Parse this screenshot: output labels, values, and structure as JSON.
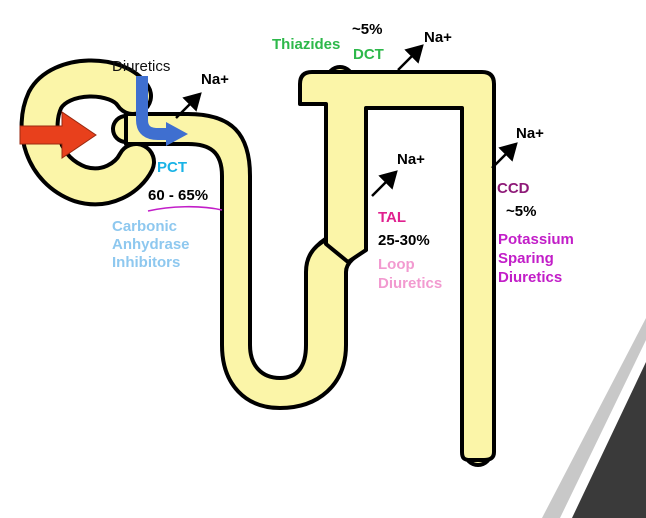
{
  "labels": {
    "diuretics": "Diuretics",
    "pct": "PCT",
    "pct_percent": "60 - 65%",
    "carbonic_1": "Carbonic",
    "carbonic_2": "Anhydrase",
    "carbonic_3": "Inhibitors",
    "thiazides": "Thiazides",
    "dct_percent": "~5%",
    "dct": "DCT",
    "tal": "TAL",
    "tal_percent": "25-30%",
    "loop_1": "Loop",
    "loop_2": "Diuretics",
    "ccd": "CCD",
    "ccd_percent": "~5%",
    "ks_1": "Potassium",
    "ks_2": "Sparing",
    "ks_3": "Diuretics",
    "na_pct": "Na+",
    "na_dct": "Na+",
    "na_tal": "Na+",
    "na_ccd": "Na+"
  },
  "colors": {
    "tubule_fill": "#fbf5a8",
    "tubule_stroke": "#000000",
    "input_arrow": "#e8401c",
    "diuretic_arrow": "#3f6fd0",
    "pct": "#19b3e6",
    "carbonic": "#8ec8ef",
    "thiazides": "#2db84a",
    "tal": "#e0208f",
    "loop": "#f29ad0",
    "ccd": "#8e1a78",
    "potassium": "#c21ec8",
    "underline": "#c21ec8",
    "corner_dark": "#3a3a3a",
    "corner_light": "#c8c8c8"
  }
}
